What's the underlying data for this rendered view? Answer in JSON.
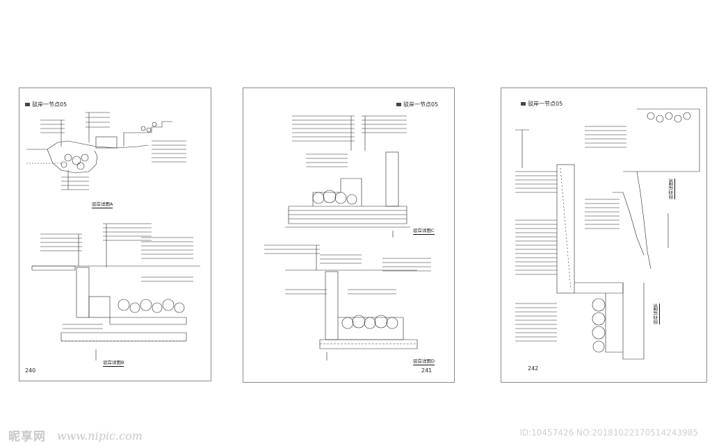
{
  "sheets": [
    {
      "title": "驳岸一节点05",
      "page_number": "240",
      "details": [
        {
          "label": "驳岸详图A"
        },
        {
          "label": "驳岸详图B"
        }
      ]
    },
    {
      "title": "驳岸一节点05",
      "page_number": "241",
      "details": [
        {
          "label": "驳岸详图C"
        },
        {
          "label": "驳岸详图D"
        }
      ]
    },
    {
      "title": "驳岸一节点05",
      "page_number": "242",
      "details": [
        {
          "label": "驳岸详图E"
        }
      ]
    }
  ],
  "watermark": {
    "logo": "昵享网",
    "url": "www.nipic.com",
    "id_text": "ID:10457426 NO:20181022170514243985"
  },
  "colors": {
    "line": "#222222",
    "hatch": "#555555",
    "border": "#8a8a8a",
    "watermark": "#c8c8c8"
  }
}
